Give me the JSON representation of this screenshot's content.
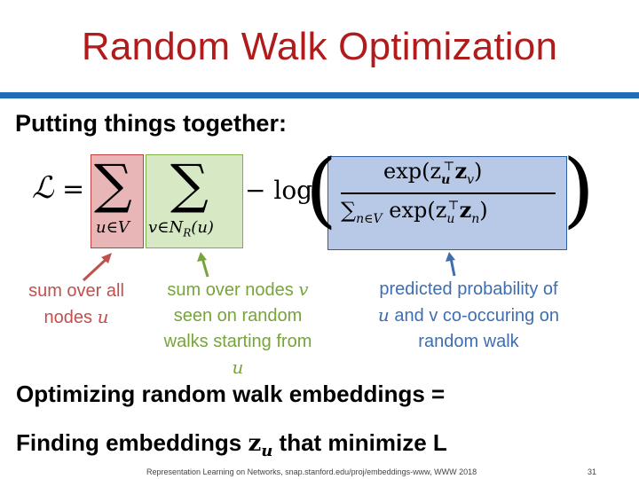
{
  "slide": {
    "title": "Random Walk Optimization",
    "heading": "Putting things together:",
    "equation": {
      "lhs_symbol": "ℒ",
      "equals": "=",
      "sum_symbol": "∑",
      "outer_sum_sub": "u∈V",
      "inner_sum_sub": "v∈N",
      "inner_sum_sub_R": "R",
      "inner_sum_sub_tail": "(u)",
      "minus_log": "− log",
      "numerator": "exp(z",
      "numerator_tail": "z",
      "denominator_sum_sub": "n∈V",
      "denominator_exp": "exp(z",
      "denominator_tail": "z"
    },
    "annotations": {
      "red": {
        "line1": "sum over all",
        "line2_text": "nodes",
        "line2_var": "u",
        "color": "#c0504d"
      },
      "green": {
        "line1_text": "sum over nodes",
        "line1_var": "v",
        "line2": "seen on random",
        "line3": "walks starting from",
        "line4_var": "u",
        "color": "#77a43b"
      },
      "blue": {
        "line1": "predicted probability of",
        "line2_var1": "u",
        "line2_text1": "and",
        "line2_var2": "v",
        "line2_text2": "co-occuring on",
        "line3": "random walk",
        "color": "#3e6eb0"
      }
    },
    "bottom": {
      "line1": "Optimizing random walk embeddings =",
      "line2_prefix": "Finding embeddings",
      "line2_symbol": "z",
      "line2_symbol_sub": "u",
      "line2_suffix": "that minimize L"
    },
    "footer": "Representation Learning on Networks, snap.stanford.edu/proj/embeddings-www, WWW 2018",
    "page_number": "31",
    "colors": {
      "title": "#b01c1c",
      "rule": "#1f6db6",
      "box_red": "#e8b6b6",
      "box_green": "#d6e8c4",
      "box_blue": "#b7c9e6"
    }
  }
}
